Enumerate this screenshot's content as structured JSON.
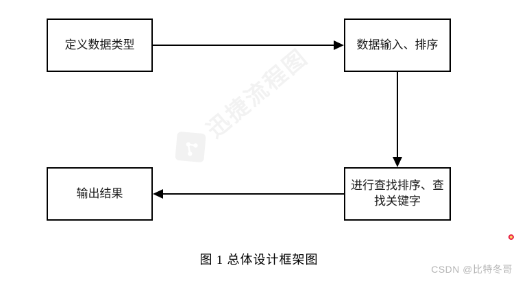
{
  "diagram": {
    "boxes": [
      {
        "id": "define",
        "label": "定义数据类型"
      },
      {
        "id": "input",
        "label": "数据输入、排序"
      },
      {
        "id": "search",
        "label": "进行查找排序、查\n找关键字"
      },
      {
        "id": "output",
        "label": "输出结果"
      }
    ],
    "arrows": [
      {
        "from": "define",
        "to": "input",
        "direction": "right"
      },
      {
        "from": "input",
        "to": "search",
        "direction": "down"
      },
      {
        "from": "search",
        "to": "output",
        "direction": "left"
      }
    ],
    "caption": "图 1 总体设计框架图"
  },
  "watermark": {
    "brand_text": "迅捷流程图",
    "logo_icon": "share-nodes-icon"
  },
  "csdn_watermark": "CSDN @比特冬哥",
  "colors": {
    "box_border": "#000000",
    "arrow": "#000000",
    "watermark_gray": "#f2f2f2",
    "csdn_gray": "#b5b5b5",
    "dot_outer": "#e8274b",
    "dot_inner": "#ffd964"
  }
}
